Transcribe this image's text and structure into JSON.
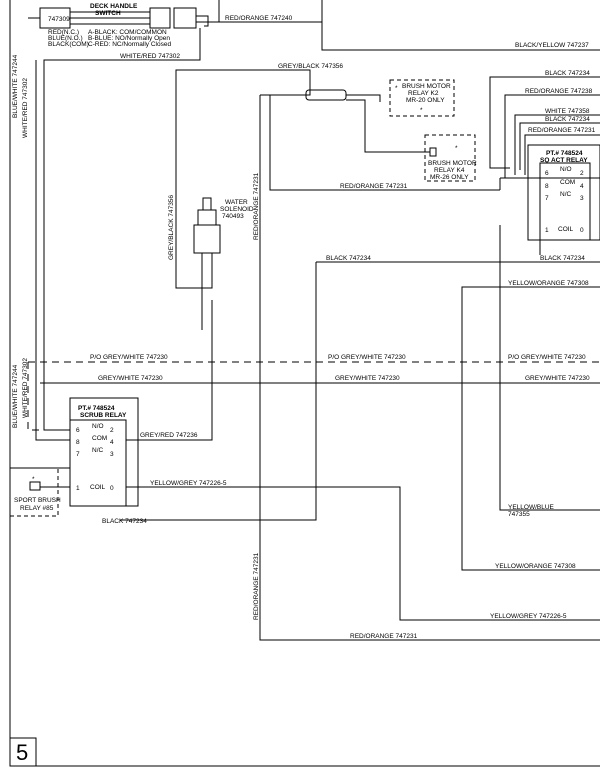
{
  "page_number": "5",
  "components": {
    "deck_handle_switch": {
      "title_1": "DECK HANDLE",
      "title_2": "SWITCH",
      "part": "747309",
      "pins": [
        "RED(N.C.)",
        "BLUE(N.O.)",
        "BLACK(COM)"
      ],
      "legend": [
        "A-BLACK: COM/COMMON",
        "B-BLUE: NO/Normally Open",
        "C-RED: NC/Normally Closed"
      ]
    },
    "water_solenoid": {
      "title_1": "WATER",
      "title_2": "SOLENOID",
      "part": "740493"
    },
    "brush_motor_relay_k2": {
      "line_1": "BRUSH MOTOR",
      "line_2": "RELAY K2",
      "line_3": "MR-20 ONLY",
      "mark": "*"
    },
    "brush_motor_relay_k4": {
      "line_1": "BRUSH MOTOR",
      "line_2": "RELAY K4",
      "line_3": "MR-26 ONLY",
      "mark": "*"
    },
    "sq_act_relay": {
      "part": "PT.# 748524",
      "name": "SQ ACT RELAY",
      "terminals": [
        "6",
        "8",
        "7",
        "2",
        "4",
        "3",
        "1",
        "0"
      ],
      "terminal_labels": [
        "N/O",
        "COM",
        "N/C",
        "COIL"
      ]
    },
    "scrub_relay": {
      "part": "PT.# 748524",
      "name": "SCRUB RELAY",
      "terminals": [
        "6",
        "8",
        "7",
        "2",
        "4",
        "3",
        "1",
        "0"
      ],
      "terminal_labels": [
        "N/O",
        "COM",
        "N/C",
        "COIL"
      ]
    },
    "sport_brush_relay": {
      "line_1": "SPORT BRUSH",
      "line_2": "RELAY #85",
      "mark": "*"
    }
  },
  "wires": {
    "red_orange_747240": "RED/ORANGE 747240",
    "white_red_747302": "WHITE/RED 747302",
    "black_yellow_747237": "BLACK/YELLOW 747237",
    "grey_black_747356": "GREY/BLACK 747356",
    "grey_black_747356_v": "GREY/BLACK 747356",
    "black_747234_top": "BLACK 747234",
    "red_orange_747238": "RED/ORANGE 747238",
    "white_747358": "WHITE 747358",
    "black_747234_sq": "BLACK 747234",
    "red_orange_747231_sq": "RED/ORANGE 747231",
    "red_orange_747231_mid": "RED/ORANGE 747231",
    "red_orange_747231_v_top": "RED/ORANGE 747231",
    "black_747234_mid": "BLACK 747234",
    "black_747234_right": "BLACK 747234",
    "yellow_orange_747308_top": "YELLOW/ORANGE 747308",
    "po_grey_white_1": "P/O GREY/WHITE 747230",
    "po_grey_white_2": "P/O GREY/WHITE 747230",
    "po_grey_white_3": "P/O GREY/WHITE 747230",
    "grey_white_1": "GREY/WHITE 747230",
    "grey_white_2": "GREY/WHITE 747230",
    "grey_white_3": "GREY/WHITE 747230",
    "grey_red_747236": "GREY/RED 747236",
    "yellow_grey_747226_top": "YELLOW/GREY 747226-5",
    "black_747234_bottom": "BLACK 747234",
    "yellow_blue": "YELLOW/BLUE",
    "yellow_blue_num": "747355",
    "yellow_orange_747308_bottom": "YELLOW/ORANGE 747308",
    "yellow_grey_747226_bottom": "YELLOW/GREY 747226-5",
    "red_orange_747231_bottom": "RED/ORANGE 747231",
    "red_orange_747231_v_bottom": "RED/ORANGE 747231",
    "blue_white_747244_top": "BLUE/WHITE 747244",
    "white_red_747302_v_top": "WHITE/RED 747302",
    "blue_white_747244_bottom": "BLUE/WHITE 747244",
    "white_red_747302_v_bottom": "WHITE/RED 747302"
  }
}
